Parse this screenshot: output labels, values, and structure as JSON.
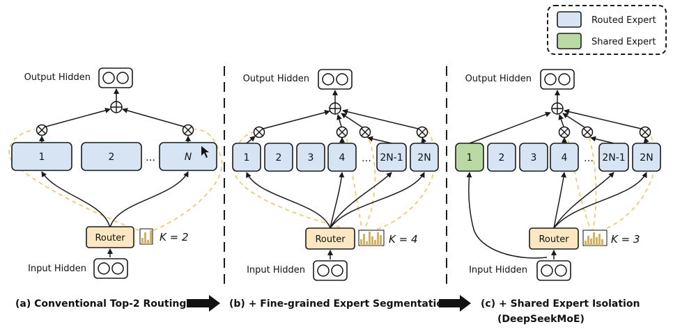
{
  "legend": {
    "routed_label": "Routed Expert",
    "shared_label": "Shared Expert",
    "routed_color": "#d6e4f4",
    "shared_color": "#b9dba3"
  },
  "router_color": "#fbe7c2",
  "panels": [
    {
      "output_label": "Output Hidden",
      "input_label": "Input Hidden",
      "router_label": "Router",
      "k_label": "K = 2",
      "experts": [
        "1",
        "2",
        "…",
        "N"
      ],
      "caption": "(a) Conventional Top-2 Routing"
    },
    {
      "output_label": "Output Hidden",
      "input_label": "Input Hidden",
      "router_label": "Router",
      "k_label": "K = 4",
      "experts": [
        "1",
        "2",
        "3",
        "4",
        "…",
        "2N-1",
        "2N"
      ],
      "caption": "(b) + Fine-grained Expert Segmentation"
    },
    {
      "output_label": "Output Hidden",
      "input_label": "Input Hidden",
      "router_label": "Router",
      "k_label": "K = 3",
      "experts": [
        "1",
        "2",
        "3",
        "4",
        "…",
        "2N-1",
        "2N"
      ],
      "caption_line1": "(c) + Shared Expert Isolation",
      "caption_line2": "(DeepSeekMoE)"
    }
  ]
}
